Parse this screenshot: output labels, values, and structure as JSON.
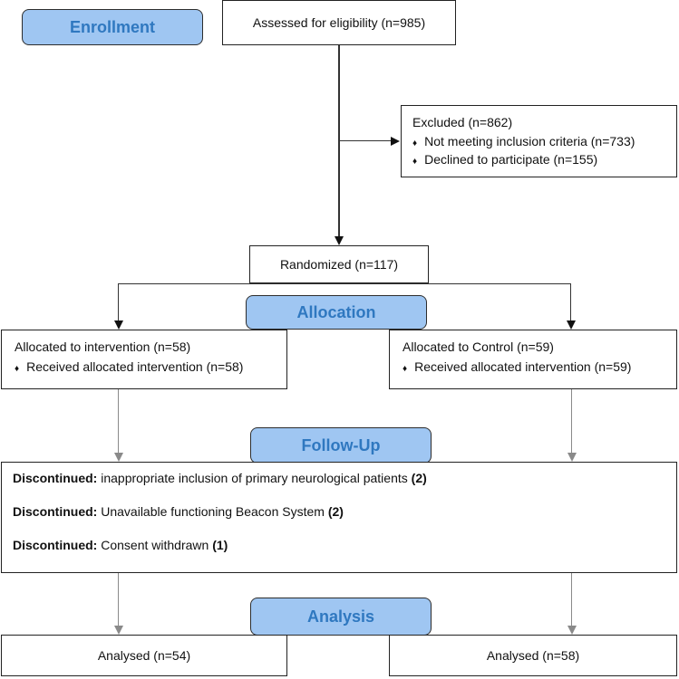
{
  "stages": {
    "enrollment": "Enrollment",
    "allocation": "Allocation",
    "followup": "Follow-Up",
    "analysis": "Analysis"
  },
  "assessed": "Assessed for eligibility (n=985)",
  "excluded": {
    "title": "Excluded (n=862)",
    "items": [
      "Not meeting inclusion criteria (n=733)",
      "Declined to participate (n=155)"
    ]
  },
  "randomized": "Randomized (n=117)",
  "intervention": {
    "title": "Allocated to intervention (n=58)",
    "item": "Received allocated intervention (n=58)"
  },
  "control": {
    "title": "Allocated to Control (n=59)",
    "item": "Received allocated intervention (n=59)"
  },
  "discontinued": [
    {
      "label": "Discontinued:",
      "text": " inappropriate inclusion of primary neurological patients ",
      "count": "(2)"
    },
    {
      "label": "Discontinued:",
      "text": " Unavailable functioning Beacon System ",
      "count": "(2)"
    },
    {
      "label": "Discontinued:",
      "text": " Consent withdrawn ",
      "count": "(1)"
    }
  ],
  "analysed_left": "Analysed (n=54)",
  "analysed_right": "Analysed (n=58)",
  "colors": {
    "stage_fill": "#9fc6f2",
    "stage_text": "#2f78c0",
    "bullet": "♦"
  }
}
